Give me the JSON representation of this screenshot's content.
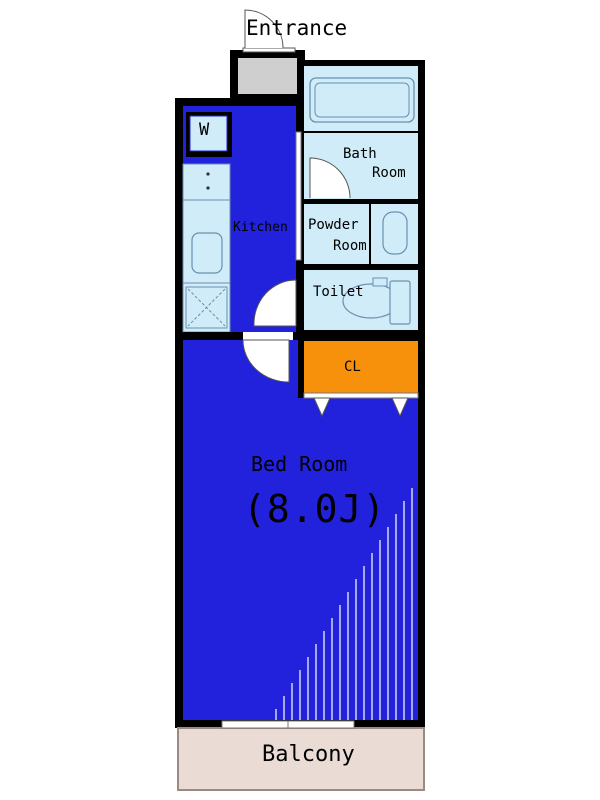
{
  "rooms": {
    "entrance": "Entrance",
    "bath_line1": "Bath",
    "bath_line2": "Room",
    "powder_line1": "Powder",
    "powder_line2": "Room",
    "toilet": "Toilet",
    "kitchen": "Kitchen",
    "washer": "W",
    "closet": "CL",
    "bedroom": "Bed Room",
    "bedroom_size": "(8.0J)",
    "balcony": "Balcony"
  },
  "colors": {
    "room_fill": "#2222dd",
    "wet_area_fill": "#cfecf8",
    "closet_fill": "#f7910c",
    "balcony_fill": "#eadcd4",
    "wall": "#000000",
    "entrance_fill": "#cfcfcf"
  }
}
